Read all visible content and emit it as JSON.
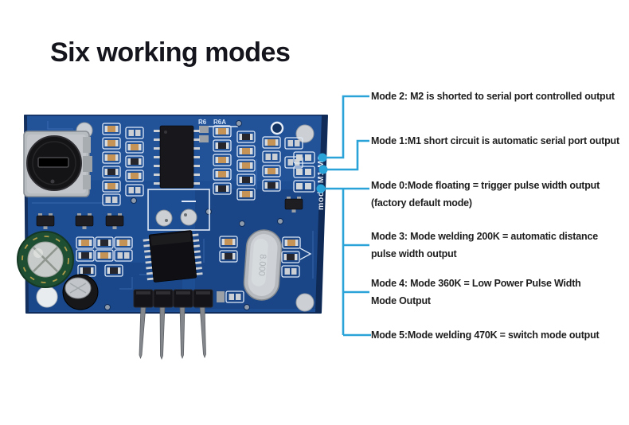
{
  "title": "Six working modes",
  "board_silkscreen": {
    "mode_pins_label": "mode M1 M2",
    "resistor_label_1": "R6",
    "resistor_label_2": "R6A",
    "crystal_marking": "8.000"
  },
  "callouts": [
    {
      "id": "mode-2",
      "lines": [
        "Mode 2: M2 is shorted to serial port controlled output"
      ]
    },
    {
      "id": "mode-1",
      "lines": [
        "Mode 1:M1 short circuit is automatic serial port output"
      ]
    },
    {
      "id": "mode-0",
      "lines": [
        "Mode 0:Mode floating = trigger pulse width output",
        "(factory default mode)"
      ]
    },
    {
      "id": "mode-3",
      "lines": [
        "Mode 3: Mode welding 200K = automatic distance",
        "pulse width output"
      ]
    },
    {
      "id": "mode-4",
      "lines": [
        "Mode 4: Mode 360K = Low Power Pulse Width",
        "Mode Output"
      ]
    },
    {
      "id": "mode-5",
      "lines": [
        "Mode 5:Mode welding 470K = switch mode output"
      ]
    }
  ],
  "colors": {
    "background": "#ffffff",
    "title_text": "#15151d",
    "label_text": "#1d1d1d",
    "callout_line": "#2aa3d9",
    "pcb_blue": "#1d4d92",
    "pcb_edge_dark": "#0e2750",
    "silkscreen_white": "#dfe9f7"
  }
}
